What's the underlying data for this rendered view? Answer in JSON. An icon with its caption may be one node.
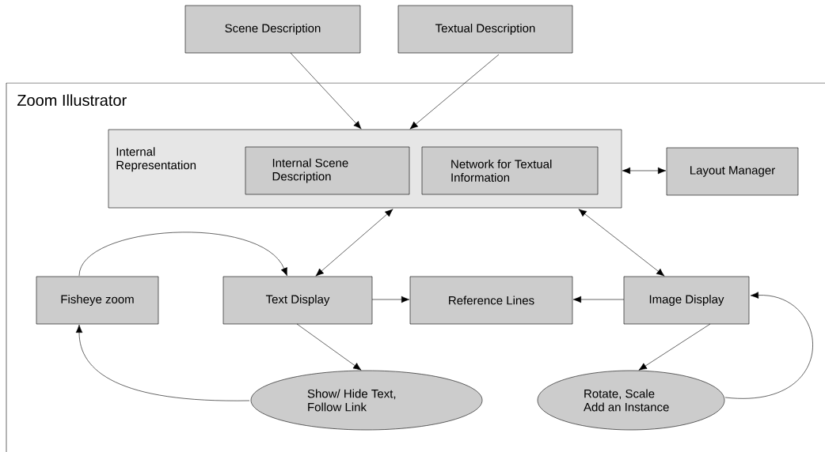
{
  "diagram": {
    "nodes": [
      {
        "text": [
          "Scene Description"
        ]
      },
      {
        "text": [
          "Textual Description"
        ]
      },
      {
        "text": [
          "Zoom Illustrator"
        ]
      },
      {
        "text": [
          "Internal Representation"
        ],
        "in": 2
      },
      {
        "text": [
          "Internal Scene Description"
        ],
        "in": 3
      },
      {
        "text": [
          "Network for Textual Information"
        ],
        "in": 3
      },
      {
        "text": [
          "Layout Manager"
        ],
        "in": 2
      },
      {
        "text": [
          "Fisheye zoom"
        ],
        "in": 2
      },
      {
        "text": [
          "Text Display"
        ],
        "in": 2
      },
      {
        "text": [
          "Reference Lines"
        ],
        "in": 2
      },
      {
        "text": [
          "Image Display"
        ],
        "in": 2
      },
      {
        "text": [
          "Show/ Hide Text, Follow Link"
        ],
        "in": 2
      },
      {
        "text": [
          "Rotate, Scale Add an Instance"
        ],
        "in": 2
      }
    ],
    "edges": [
      {
        "from": 0,
        "to": 3,
        "arrow": "to"
      },
      {
        "from": 1,
        "to": 3,
        "arrow": "to"
      },
      {
        "from": 3,
        "to": 6,
        "arrow": "both"
      },
      {
        "from": 8,
        "to": 3,
        "arrow": "both"
      },
      {
        "from": 10,
        "to": 3,
        "arrow": "both"
      },
      {
        "from": 7,
        "to": 8,
        "arrow": "to"
      },
      {
        "from": 8,
        "to": 9,
        "arrow": "to"
      },
      {
        "from": 10,
        "to": 9,
        "arrow": "to"
      },
      {
        "from": 8,
        "to": 11,
        "arrow": "to"
      },
      {
        "from": 11,
        "to": 7,
        "arrow": "to"
      },
      {
        "from": 10,
        "to": 12,
        "arrow": "to"
      },
      {
        "from": 12,
        "to": 10,
        "arrow": "to"
      }
    ]
  }
}
